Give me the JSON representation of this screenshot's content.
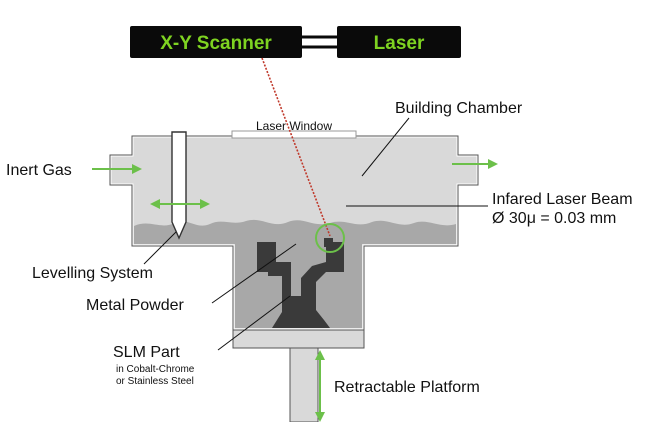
{
  "header": {
    "scanner_label": "X-Y Scanner",
    "laser_label": "Laser"
  },
  "labels": {
    "laser_window": "Laser Window",
    "building_chamber": "Building Chamber",
    "inert_gas": "Inert Gas",
    "beam_line1": "Infared Laser Beam",
    "beam_line2": "Ø 30μ = 0.03 mm",
    "levelling_system": "Levelling System",
    "metal_powder": "Metal Powder",
    "slm_part": "SLM Part",
    "slm_sub1": "in Cobalt-Chrome",
    "slm_sub2": "or Stainless Steel",
    "retractable_platform": "Retractable Platform"
  },
  "colors": {
    "box_fill": "#0a0a0a",
    "box_text": "#7ed321",
    "chamber_fill": "#d9d9d9",
    "powder_fill": "#a8a8a8",
    "part_fill": "#3a3a3a",
    "arrow_green": "#6cc04a",
    "beam_red": "#c0392b"
  }
}
